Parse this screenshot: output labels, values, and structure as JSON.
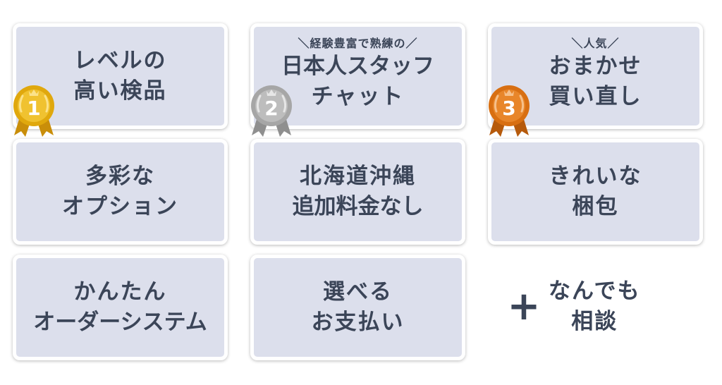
{
  "cards": [
    {
      "lines": [
        "レベルの",
        "高い検品"
      ],
      "tagline": "",
      "medal": "1"
    },
    {
      "lines": [
        "日本人スタッフ",
        "チャット"
      ],
      "tagline": "＼経験豊富で熟練の／",
      "medal": "2"
    },
    {
      "lines": [
        "おまかせ",
        "買い直し"
      ],
      "tagline": "＼人気／",
      "medal": "3"
    },
    {
      "lines": [
        "多彩な",
        "オプション"
      ],
      "tagline": ""
    },
    {
      "lines": [
        "北海道沖縄",
        "追加料金なし"
      ],
      "tagline": ""
    },
    {
      "lines": [
        "きれいな",
        "梱包"
      ],
      "tagline": ""
    },
    {
      "lines": [
        "かんたん",
        "オーダーシステム"
      ],
      "tagline": ""
    },
    {
      "lines": [
        "選べる",
        "お支払い"
      ],
      "tagline": ""
    }
  ],
  "extra": {
    "plus": "+",
    "lines": [
      "なんでも",
      "相談"
    ]
  },
  "colors": {
    "card_bg": "#dcdfec",
    "text": "#3b4558",
    "gold": "#e0a80d",
    "silver": "#a6a6a6",
    "bronze": "#d86f12"
  },
  "icons": [
    "gold-medal-icon",
    "silver-medal-icon",
    "bronze-medal-icon",
    "plus-icon"
  ]
}
